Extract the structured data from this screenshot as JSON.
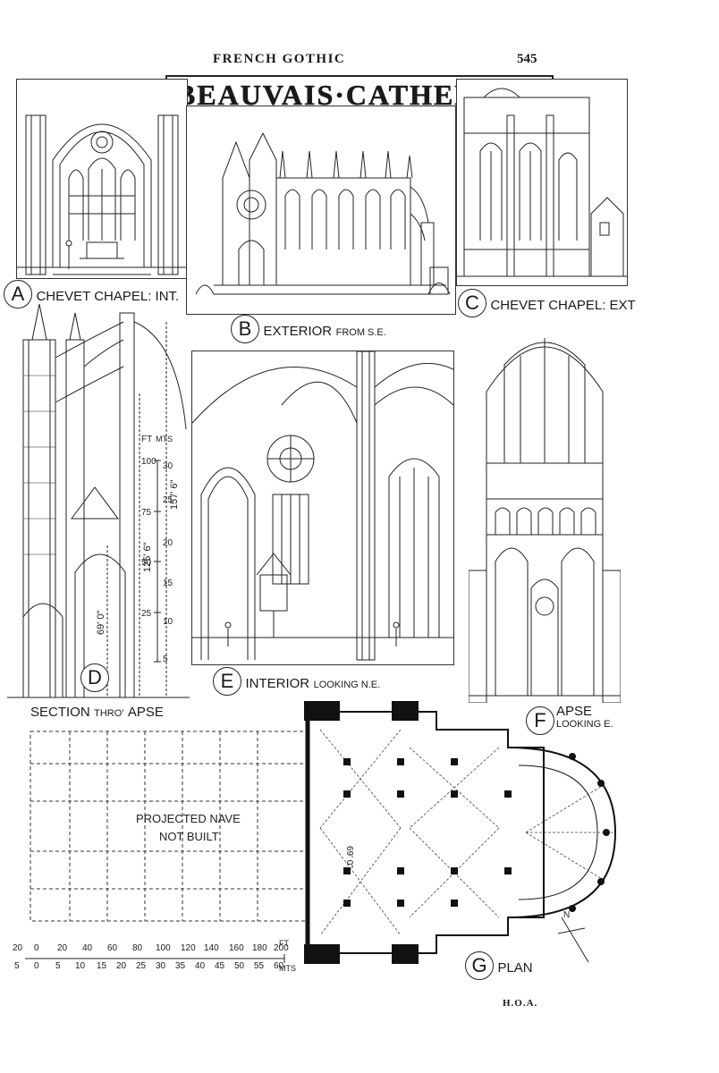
{
  "header": {
    "running_title": "FRENCH GOTHIC",
    "page_number": "545"
  },
  "plate_title": "BEAUVAIS·CATHEDRAL",
  "figures": {
    "A": {
      "letter": "A",
      "caption": "CHEVET CHAPEL: INT."
    },
    "B": {
      "letter": "B",
      "caption": "EXTERIOR",
      "sub": "FROM S.E."
    },
    "C": {
      "letter": "C",
      "caption": "CHEVET CHAPEL: EXT"
    },
    "D": {
      "letter": "D",
      "caption": "SECTION",
      "sub": "THRO'",
      "caption2": "APSE"
    },
    "E": {
      "letter": "E",
      "caption": "INTERIOR",
      "sub": "LOOKING N.E."
    },
    "F": {
      "letter": "F",
      "caption": "APSE",
      "sub": "LOOKING E."
    },
    "G": {
      "letter": "G",
      "caption": "PLAN"
    }
  },
  "section_scale": {
    "units_ft": "FT",
    "units_m": "MTS",
    "ft_ticks": [
      "100",
      "75",
      "50",
      "25"
    ],
    "m_ticks": [
      "30",
      "25",
      "20",
      "15",
      "10",
      "5"
    ],
    "dim_1": "157' 6\"",
    "dim_2": "125' 6\"",
    "dim_3": "69' 0\""
  },
  "plan": {
    "projected_note_1": "PROJECTED  NAVE",
    "projected_note_2": "NOT  BUILT",
    "width_dim": "69' 0\"",
    "north": "N",
    "scale_ft_label": "FT",
    "scale_m_label": "MTS",
    "scale_ft": [
      "20",
      "0",
      "20",
      "40",
      "60",
      "80",
      "100",
      "120",
      "140",
      "160",
      "180",
      "200"
    ],
    "scale_m": [
      "5",
      "0",
      "5",
      "10",
      "15",
      "20",
      "25",
      "30",
      "35",
      "40",
      "45",
      "50",
      "55",
      "60"
    ]
  },
  "footer": "H.O.A."
}
